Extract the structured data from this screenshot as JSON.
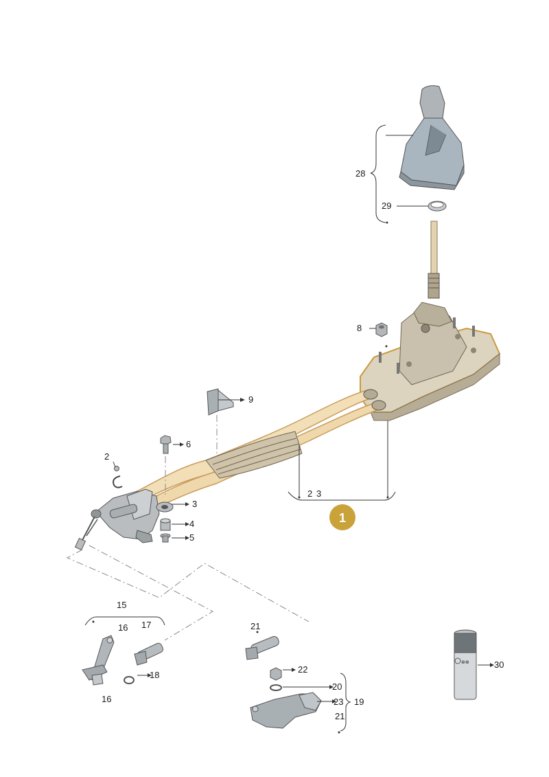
{
  "callouts": {
    "n1": "1",
    "n2": "2",
    "n2b": "2",
    "n3": "3",
    "n3b": "3",
    "n4": "4",
    "n5": "5",
    "n6": "6",
    "n8": "8",
    "n9": "9",
    "n15": "15",
    "n16a": "16",
    "n16b": "16",
    "n17": "17",
    "n18": "18",
    "n19": "19",
    "n20": "20",
    "n21a": "21",
    "n21b": "21",
    "n22": "22",
    "n23": "23",
    "n28": "28",
    "n29": "29",
    "n30": "30"
  },
  "colors": {
    "badge": "#c9a23a",
    "cable": "#f2dfb8",
    "cable_outline": "#c89b5a",
    "part_gray": "#9aa3a8",
    "housing": "#ded6c2"
  }
}
